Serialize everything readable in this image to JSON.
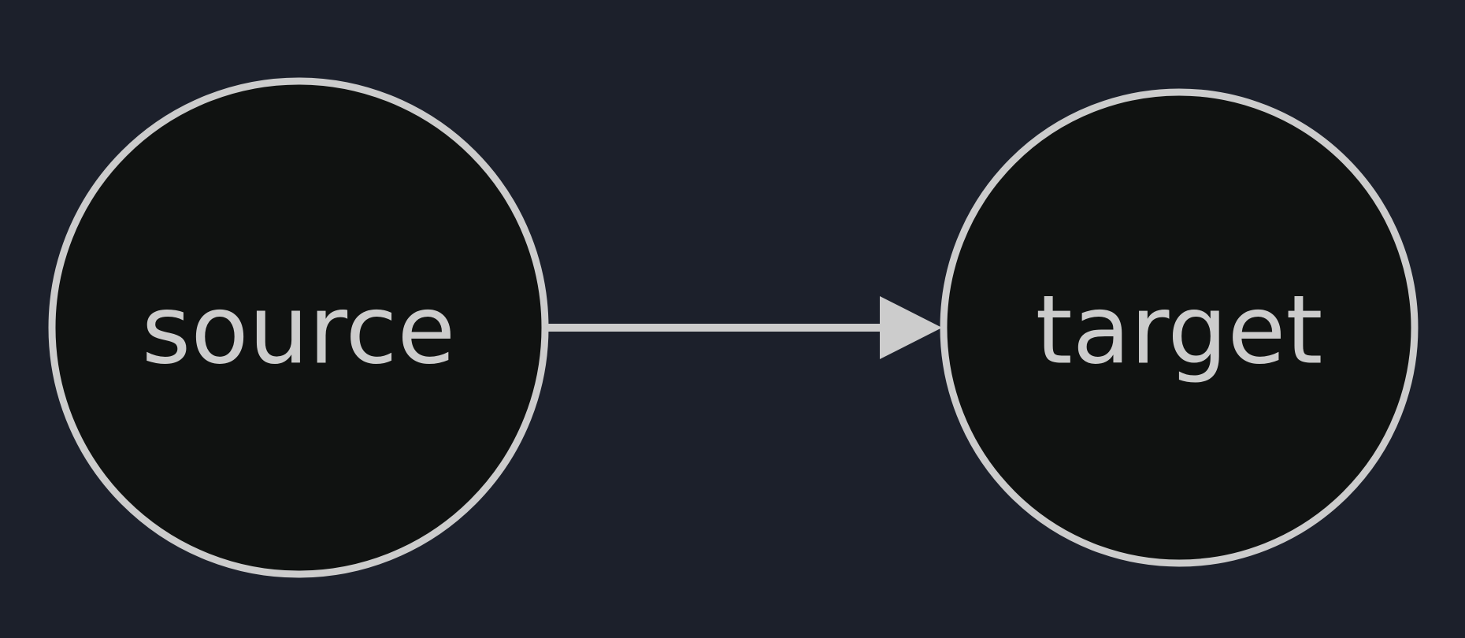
{
  "colors": {
    "background": "#1c202b",
    "node_fill": "#101211",
    "stroke": "#cccccc",
    "label": "#cccccc"
  },
  "nodes": [
    {
      "id": "source",
      "label": "source"
    },
    {
      "id": "target",
      "label": "target"
    }
  ],
  "edges": [
    {
      "from": "source",
      "to": "target",
      "directed": true
    }
  ]
}
